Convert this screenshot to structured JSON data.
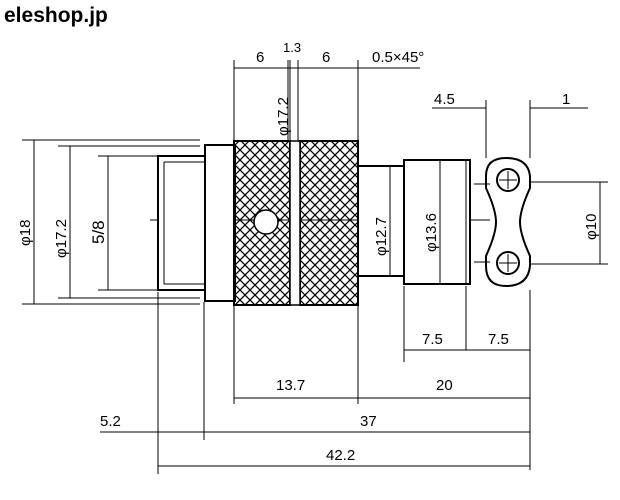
{
  "brand": "eleshop.jp",
  "dimensions": {
    "top_knurl_a": "6",
    "top_gap": "1.3",
    "top_knurl_b": "6",
    "top_chamfer": "0.5×45°",
    "right_clip": "4.5",
    "right_clip_b": "1",
    "dia_18": "φ18",
    "dia_17_2_left": "φ17.2",
    "thread": "5/8",
    "dia_17_2_top": "φ17.2",
    "dia_12_7": "φ12.7",
    "dia_13_6": "φ13.6",
    "dia_10": "φ10",
    "len_7_5_a": "7.5",
    "len_7_5_b": "7.5",
    "len_13_7": "13.7",
    "len_20": "20",
    "len_5_2": "5.2",
    "len_37": "37",
    "len_42_2": "42.2"
  }
}
